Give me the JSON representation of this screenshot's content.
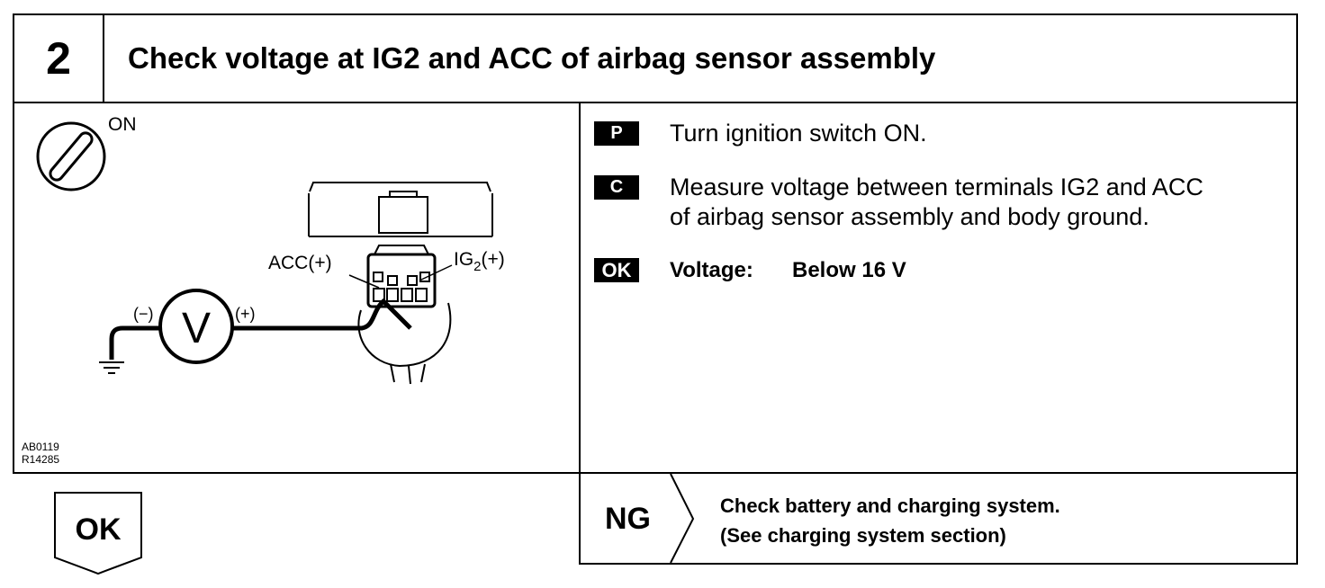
{
  "step": {
    "number": "2",
    "title": "Check voltage at IG2 and ACC of airbag sensor assembly"
  },
  "diagram": {
    "switch_state": "ON",
    "acc_label": "ACC(+)",
    "ig2_label_main": "IG",
    "ig2_label_sub": "2",
    "ig2_label_suffix": "(+)",
    "meter_symbol": "V",
    "neg_label": "(−)",
    "pos_label": "(+)",
    "code1": "AB0119",
    "code2": "R14285"
  },
  "instructions": [
    {
      "tag": "P",
      "text": "Turn ignition switch ON."
    },
    {
      "tag": "C",
      "line1": "Measure voltage between terminals IG2 and ACC",
      "line2": "of airbag sensor assembly and body ground."
    },
    {
      "tag": "OK",
      "label": "Voltage:",
      "value": "Below 16 V"
    }
  ],
  "ng": {
    "label": "NG",
    "line1": "Check battery and charging system.",
    "line2": "(See charging system section)"
  },
  "ok_arrow": {
    "label": "OK"
  }
}
